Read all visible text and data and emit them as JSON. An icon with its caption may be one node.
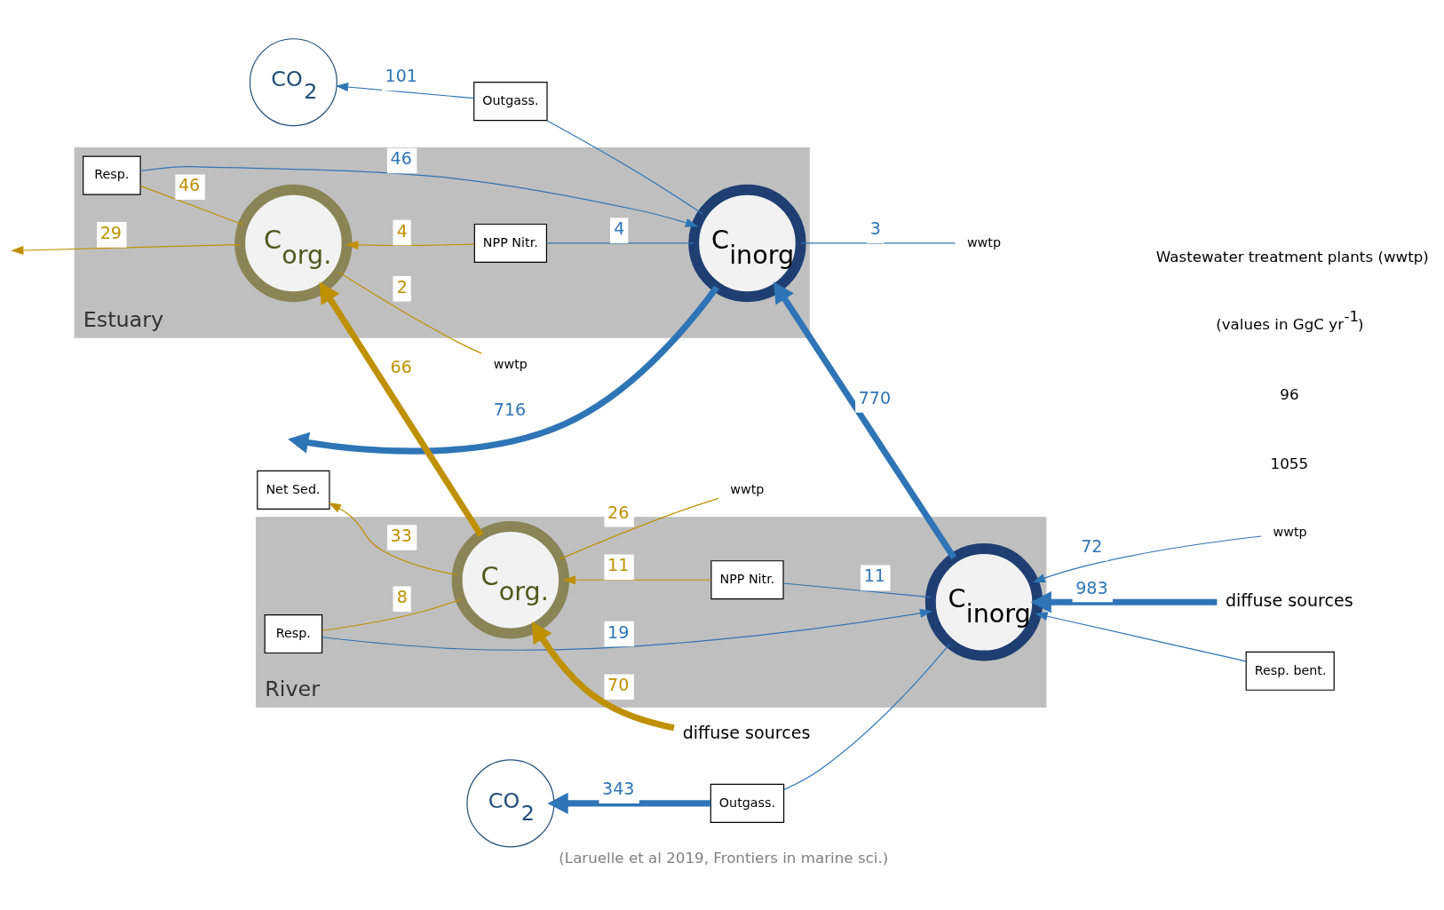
{
  "diagram": {
    "caption": "(Laruelle et al 2019, Frontiers in marine sci.)",
    "nodes": [
      {
        "text": [
          "CO$_{2}$"
        ]
      },
      {
        "text": [
          "CO$_{2}$"
        ]
      },
      {
        "text": [
          "wwtp"
        ]
      },
      {
        "text": [
          "wwtp"
        ]
      },
      {
        "text": [
          "Outgass."
        ]
      },
      {
        "text": [
          "Outgass."
        ]
      },
      {
        "text": [
          "Estuary"
        ]
      },
      {
        "text": [
          "River"
        ]
      },
      {
        "text": [
          "C$_{inorg}$"
        ],
        "in": 6
      },
      {
        "text": [
          "C$_{inorg}$"
        ],
        "in": 7
      },
      {
        "text": [
          "diffuse sources"
        ]
      },
      {
        "text": [
          "NPP Nitr."
        ],
        "in": 6
      },
      {
        "text": [
          "Resp."
        ],
        "in": 6
      },
      {
        "text": [
          "NPP Nitr."
        ],
        "in": 7
      },
      {
        "text": [
          "Resp."
        ],
        "in": 7
      },
      {
        "text": [
          "wwtp"
        ]
      },
      {
        "text": [
          "wwtp"
        ]
      },
      {
        "text": [
          "C$_{org.}$"
        ],
        "in": 6
      },
      {
        "text": [
          "C$_{org.}$"
        ],
        "in": 7
      },
      {
        "text": [
          "diffuse sources"
        ]
      },
      {
        "text": [
          "Net Sed."
        ]
      },
      {
        "text": [
          "Resp. bent."
        ]
      }
    ],
    "edges": [
      {
        "from": 8,
        "to": 4,
        "arrow": "none"
      },
      {
        "from": 4,
        "to": 0,
        "arrow": "to",
        "label": "101"
      },
      {
        "from": 8,
        "to": null,
        "arrow": "to",
        "label": "716",
        "style": "thick"
      },
      {
        "from": 2,
        "to": 8,
        "arrow": "none",
        "label": "3"
      },
      {
        "from": 9,
        "to": 8,
        "arrow": "to",
        "label": "770",
        "style": "thick"
      },
      {
        "from": 9,
        "to": 5,
        "arrow": "none"
      },
      {
        "from": 5,
        "to": 1,
        "arrow": "to",
        "label": "343",
        "style": "thick"
      },
      {
        "from": 3,
        "to": 9,
        "arrow": "to",
        "label": "72"
      },
      {
        "from": 10,
        "to": 9,
        "arrow": "to",
        "label": "983",
        "style": "thick"
      },
      {
        "from": 8,
        "to": 11,
        "arrow": "none",
        "label": "4"
      },
      {
        "from": 11,
        "to": 17,
        "arrow": "to",
        "label": "4",
        "color": "#bf9000"
      },
      {
        "from": 17,
        "to": 12,
        "arrow": "none",
        "label": "46",
        "color": "#bf9000"
      },
      {
        "from": 12,
        "to": 8,
        "arrow": "to",
        "label": "46"
      },
      {
        "from": 9,
        "to": 13,
        "arrow": "none",
        "label": "11"
      },
      {
        "from": 13,
        "to": 18,
        "arrow": "to",
        "label": "11",
        "color": "#bf9000"
      },
      {
        "from": 18,
        "to": 14,
        "arrow": "none",
        "label": "8",
        "color": "#bf9000"
      },
      {
        "from": 14,
        "to": 9,
        "arrow": "to",
        "label": "19"
      },
      {
        "from": 21,
        "to": 9,
        "arrow": "to"
      },
      {
        "from": 18,
        "to": 17,
        "arrow": "to",
        "label": "66",
        "color": "#bf9000",
        "style": "thick"
      },
      {
        "from": 15,
        "to": 17,
        "arrow": "none",
        "label": "2",
        "color": "#bf9000"
      },
      {
        "from": 17,
        "to": null,
        "arrow": "to",
        "label": "29",
        "color": "#bf9000"
      },
      {
        "from": 16,
        "to": 18,
        "arrow": "none",
        "label": "26",
        "color": "#bf9000"
      },
      {
        "from": 19,
        "to": 18,
        "arrow": "to",
        "label": "70",
        "color": "#bf9000",
        "style": "thick"
      },
      {
        "from": 18,
        "to": 20,
        "arrow": "to",
        "label": "33",
        "color": "#bf9000"
      }
    ],
    "labels": [
      "1055",
      "96",
      "(values in GgC yr$^{-1}$)",
      "Wastewater treatment plants (wwtp)"
    ]
  }
}
